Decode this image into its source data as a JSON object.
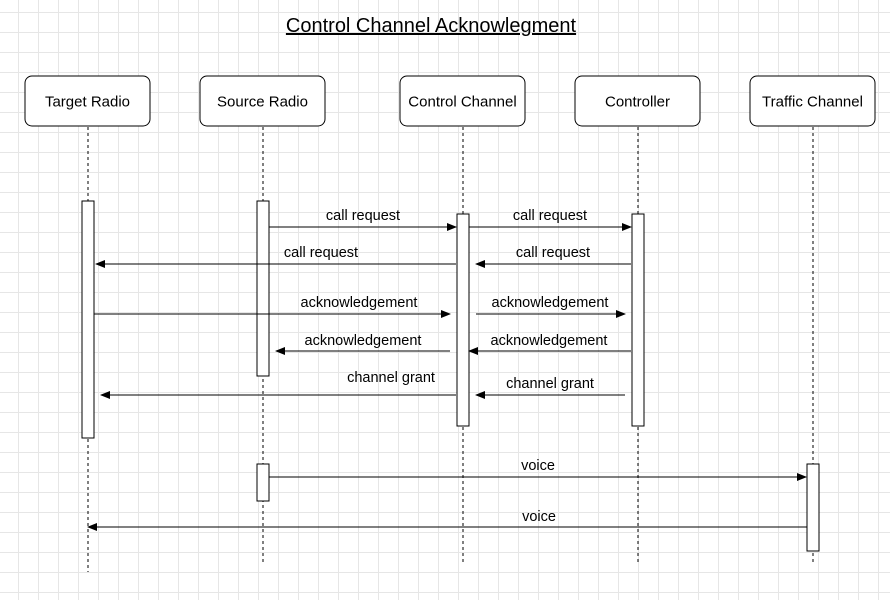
{
  "title": "Control Channel Acknowlegment",
  "participants": [
    {
      "id": "target",
      "label": "Target Radio"
    },
    {
      "id": "source",
      "label": "Source Radio"
    },
    {
      "id": "control",
      "label": "Control Channel"
    },
    {
      "id": "controller",
      "label": "Controller"
    },
    {
      "id": "traffic",
      "label": "Traffic Channel"
    }
  ],
  "messages": [
    {
      "from": "source",
      "to": "control",
      "label": "call request"
    },
    {
      "from": "control",
      "to": "controller",
      "label": "call request"
    },
    {
      "from": "control",
      "to": "target",
      "label": "call request"
    },
    {
      "from": "controller",
      "to": "control",
      "label": "call request"
    },
    {
      "from": "target",
      "to": "control",
      "label": "acknowledgement"
    },
    {
      "from": "control",
      "to": "controller",
      "label": "acknowledgement"
    },
    {
      "from": "control",
      "to": "source",
      "label": "acknowledgement"
    },
    {
      "from": "controller",
      "to": "control",
      "label": "acknowledgement"
    },
    {
      "from": "control",
      "to": "target",
      "label": "channel grant"
    },
    {
      "from": "controller",
      "to": "control",
      "label": "channel grant"
    },
    {
      "from": "source",
      "to": "traffic",
      "label": "voice"
    },
    {
      "from": "traffic",
      "to": "target",
      "label": "voice"
    }
  ]
}
